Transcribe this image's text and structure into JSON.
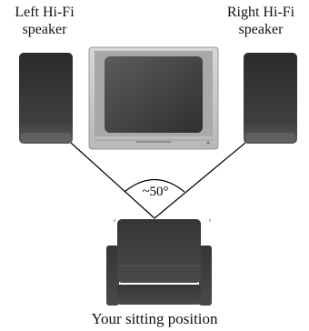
{
  "labels": {
    "left_speaker": [
      "Left Hi-Fi",
      "speaker"
    ],
    "right_speaker": [
      "Right Hi-Fi",
      "speaker"
    ],
    "sitting_position": "Your sitting position",
    "angle": "~50°"
  },
  "colors": {
    "speaker": "#3a3a3a",
    "speaker_highlight": "#5a5a5a",
    "tv_frame": "#c9c9c9",
    "tv_screen": "#4a4a4a",
    "chair": "#3d3d3d",
    "lines": "#000000"
  }
}
